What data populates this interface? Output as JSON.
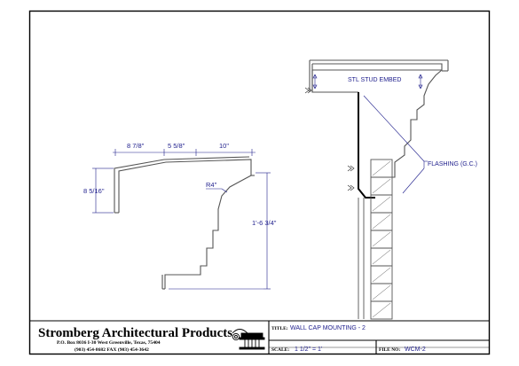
{
  "left_detail": {
    "dims": {
      "d1": "8 7/8\"",
      "d2": "5 5/8\"",
      "d3": "10\"",
      "d4": "8 5/16\"",
      "d5": "R4\"",
      "d6": "1'-6 3/4\""
    }
  },
  "right_detail": {
    "labels": {
      "stud": "STL STUD EMBED",
      "flashing": "FLASHING (G.C.)"
    }
  },
  "title_block": {
    "company": "Stromberg Architectural Products",
    "address_1": "P.O. Box 8036     I-30 West     Greenville, Texas, 75404",
    "address_2": "(903) 454-8682     FAX (903) 454-3642",
    "title_key": "TITLE:",
    "title_value": "WALL CAP MOUNTING - 2",
    "scale_key": "SCALE:",
    "scale_value": "1 1/2\" = 1'",
    "file_key": "FILE NO:",
    "file_value": "WCM-2"
  }
}
